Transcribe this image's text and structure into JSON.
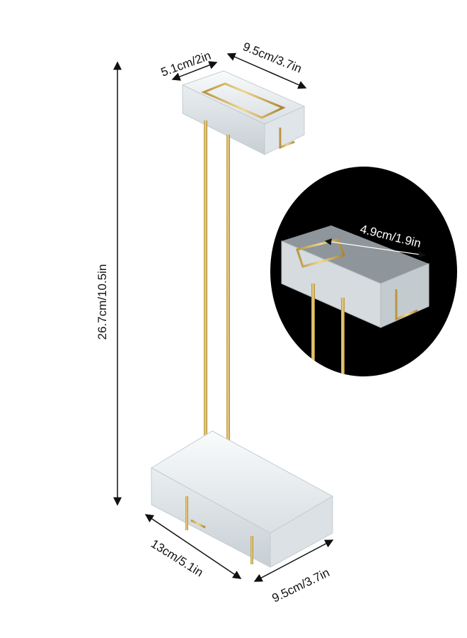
{
  "dimensions": {
    "top_depth": "5.1cm/2in",
    "top_width": "9.5cm/3.7in",
    "height": "26.7cm/10.5in",
    "inner_width": "4.9cm/1.9in",
    "base_length": "13cm/5.1in",
    "base_width": "9.5cm/3.7in"
  },
  "colors": {
    "gold": "#d4b25a",
    "acrylic": "#eef2f4",
    "inset_bg": "#000000",
    "line": "#111111"
  }
}
